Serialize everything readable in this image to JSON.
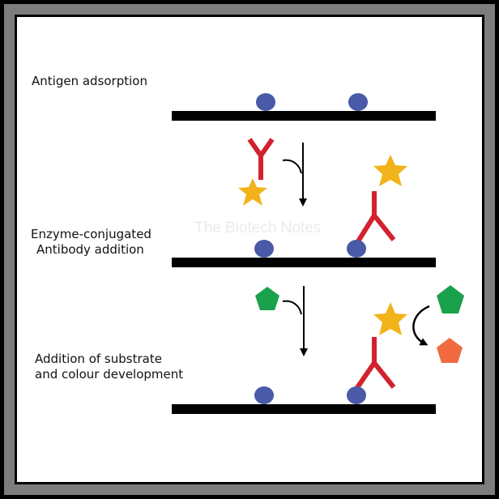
{
  "steps": {
    "step1_label": "Antigen adsorption",
    "step2_line1": "Enzyme-conjugated",
    "step2_line2": "Antibody addition",
    "step3_line1": "Addition of substrate",
    "step3_line2": "and colour development"
  },
  "watermark": "The Biotech Notes",
  "colors": {
    "plate": "#000000",
    "antigen": "#4a5aa8",
    "antibody": "#d2222d",
    "enzyme": "#f2b31a",
    "substrate": "#1aa14c",
    "product": "#f26a3f",
    "arrow": "#000000"
  },
  "icons": [
    "antigen-dot",
    "antibody-y-shape",
    "enzyme-star",
    "substrate-pentagon",
    "product-pentagon",
    "down-arrow",
    "curved-arrow"
  ]
}
